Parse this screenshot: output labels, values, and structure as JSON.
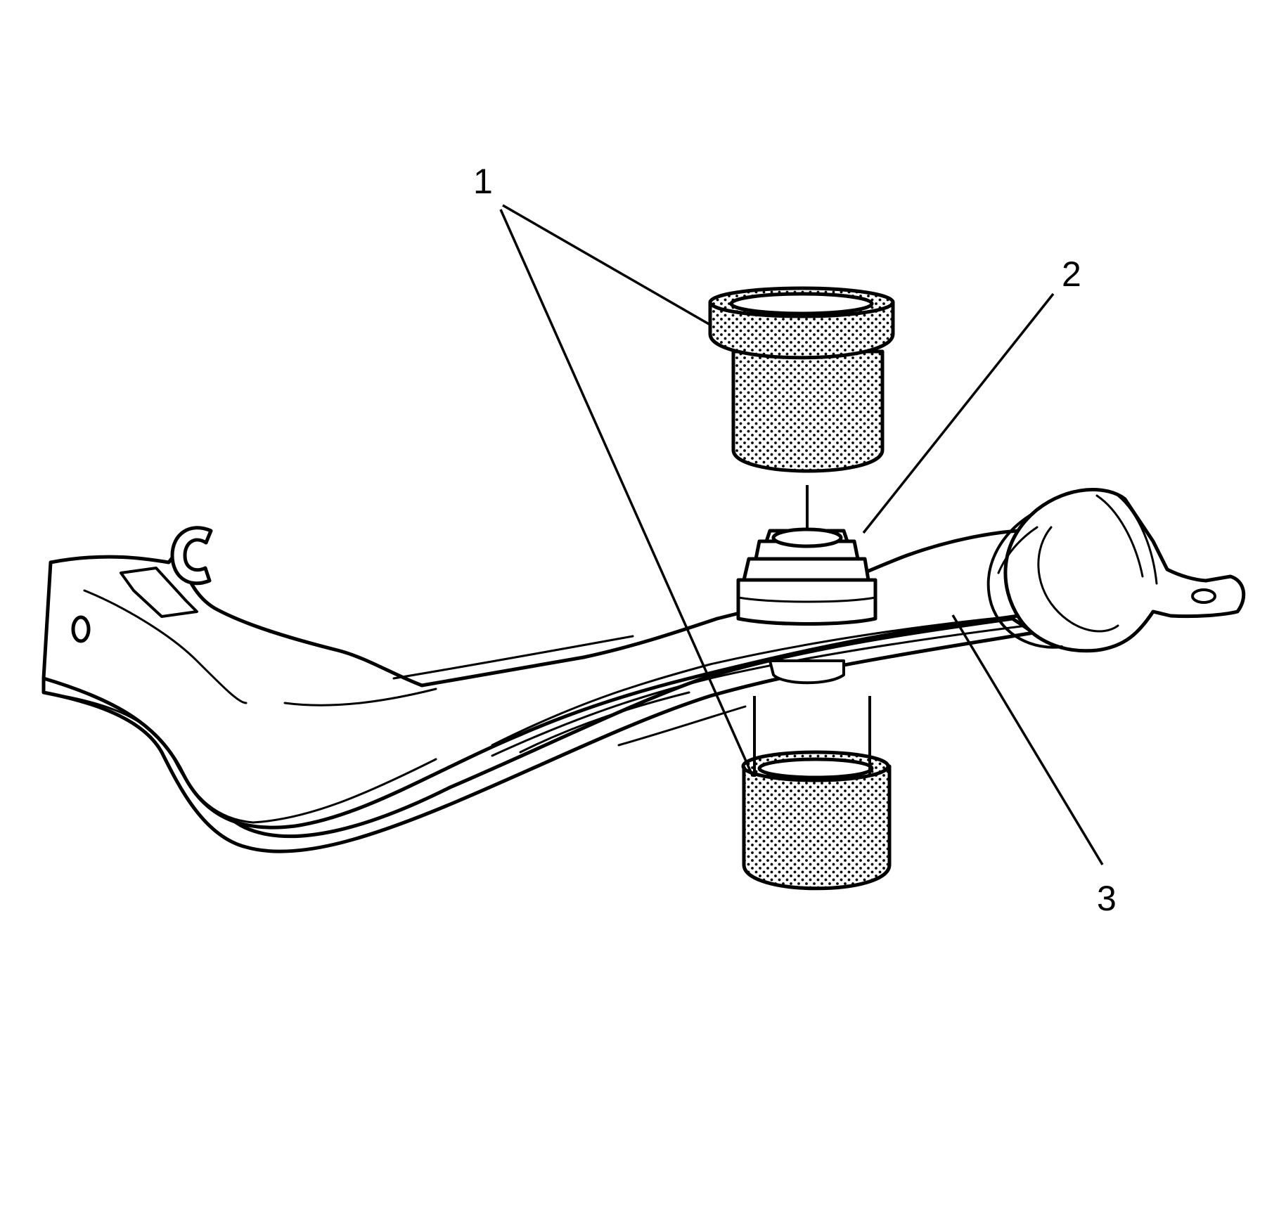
{
  "callouts": [
    {
      "id": "1",
      "label": "1"
    },
    {
      "id": "2",
      "label": "2"
    },
    {
      "id": "3",
      "label": "3"
    }
  ],
  "colors": {
    "line": "#000000",
    "background": "#ffffff",
    "stipple": "#000000"
  }
}
